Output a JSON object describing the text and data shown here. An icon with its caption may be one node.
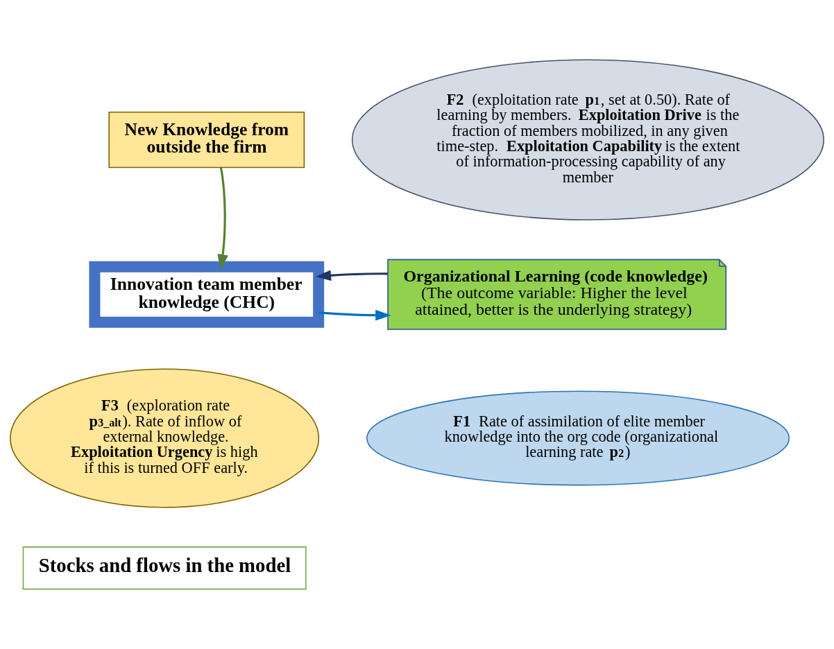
{
  "diagram": {
    "nodes": [
      {
        "text": [
          "New Knowledge from outside the firm"
        ]
      },
      {
        "text": [
          "Innovation team member knowledge (CHC)"
        ]
      },
      {
        "text": [
          "**Organizational Learning (code knowledge)**",
          "(The outcome variable: Higher the level attained, better is the underlying strategy)"
        ]
      },
      {
        "text": [
          "**F2** (exploitation rate **p**$_{1}$, set at 0.50). Rate of learning by members. **Exploitation Drive** is the fraction of members mobilized, in any given time-step. **Exploitation Capability** is the extent of information-processing capability of any member"
        ]
      },
      {
        "text": [
          "**F3** (exploration rate **p**$_{3_alt}$). Rate of inflow of external knowledge. **Exploitation Urgency** is high if this is turned OFF early."
        ]
      },
      {
        "text": [
          "**F1** Rate of assimilation of elite member knowledge into the org code (organizational learning rate **p**$_{2}$)"
        ]
      },
      {
        "text": [
          "Stocks and flows in the model"
        ]
      }
    ],
    "edges": [
      {
        "from": 0,
        "to": 1,
        "arrow": "to",
        "color": "#548235"
      },
      {
        "from": 1,
        "to": 2,
        "arrow": "to",
        "color": "#0070c0"
      },
      {
        "from": 2,
        "to": 1,
        "arrow": "to",
        "color": "#1f3864"
      }
    ]
  }
}
